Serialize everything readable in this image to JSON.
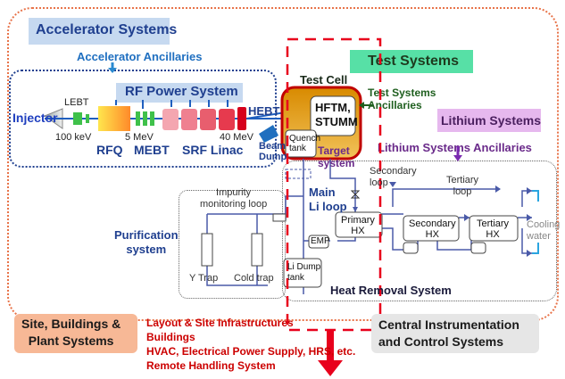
{
  "labels": {
    "accelerator_systems": "Accelerator Systems",
    "accelerator_ancillaries": "Accelerator Ancillaries",
    "rf_power_system": "RF Power System",
    "injector": "Injector",
    "lebt": "LEBT",
    "kev_100": "100 keV",
    "mev_5": "5 MeV",
    "mev_40": "40 MeV",
    "rfq": "RFQ",
    "mebt": "MEBT",
    "srf_linac": "SRF Linac",
    "hebt": "HEBT",
    "beam_dump": "Beam\nDump",
    "test_cell": "Test Cell",
    "hftm_stumm": "HFTM,\nSTUMM",
    "quench_tank": "Quench\ntank",
    "target_system": "Target\nsystem",
    "test_systems": "Test Systems",
    "test_systems_ancillaries": "Test Systems\nAncillaries",
    "lithium_systems": "Lithium Systems",
    "lithium_systems_ancillaries": "Lithium Systems Ancillaries",
    "impurity_monitoring_loop": "Impurity\nmonitoring loop",
    "purification_system": "Purification\nsystem",
    "y_trap": "Y Trap",
    "cold_trap": "Cold trap",
    "main_li_loop": "Main\nLi loop",
    "emp": "EMP",
    "li_dump_tank": "Li Dump\ntank",
    "primary_hx": "Primary\nHX",
    "secondary_loop": "Secondary\nloop",
    "secondary_hx": "Secondary\nHX",
    "tertiary_loop": "Tertiary\nloop",
    "tertiary_hx": "Tertiary\nHX",
    "cooling_water": "Cooling\nwater",
    "heat_removal_system": "Heat Removal System",
    "site_buildings": "Site, Buildings &\nPlant Systems",
    "site_list": [
      "Layout & Site Infrastructures",
      "Buildings",
      "HVAC, Electrical Power Supply, HRS, etc.",
      "Remote Handling System"
    ],
    "central_instrumentation": "Central Instrumentation\nand Control Systems"
  },
  "colors": {
    "outer_border": "#e8744a",
    "red_dash": "#e8001c",
    "accel_box": "#c6d9f0",
    "accel_text": "#1f3f8f",
    "test_box": "#57e0a6",
    "lithium_box": "#e6b8ee",
    "site_box": "#f7b896",
    "central_box": "#e6e6e6",
    "dark_red_text": "#cc0000",
    "green_text": "#1f5f1f"
  }
}
